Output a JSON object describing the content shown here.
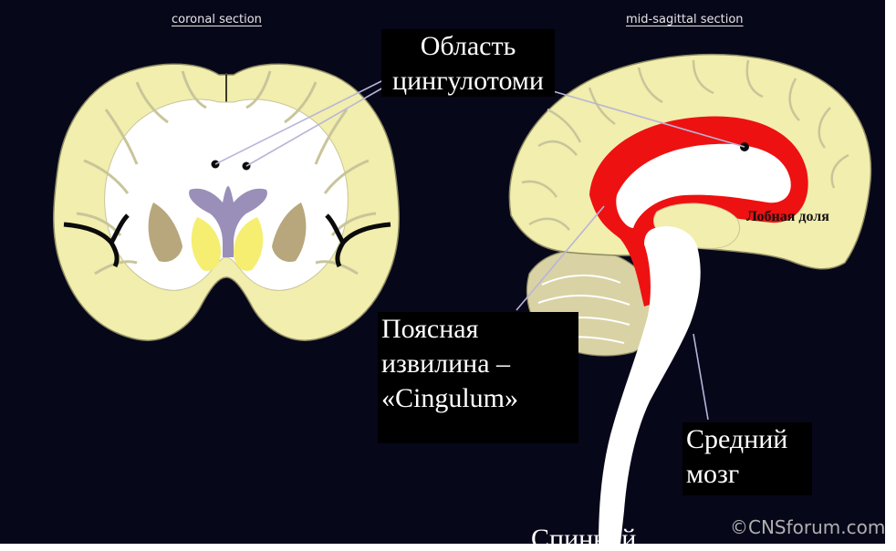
{
  "headers": {
    "coronal": "coronal section",
    "sagittal": "mid-sagittal section"
  },
  "labels": {
    "cingulotomy_line1": "Область",
    "cingulotomy_line2": "цингулотоми",
    "cingulate_line1": "Поясная",
    "cingulate_line2": "извилина –",
    "cingulate_line3": "«Cingulum»",
    "midbrain_line1": "Средний",
    "midbrain_line2": "мозг",
    "spinal": "Спинной",
    "frontal_lobe": "Лобная доля"
  },
  "copyright": "©CNSforum.com",
  "colors": {
    "background": "#07071a",
    "brain_tissue": "#f1eeae",
    "white_matter": "#ffffff",
    "cingulate": "#ee1111",
    "ventricles": "#9a8fb8",
    "basal_ganglia": "#b8a77c",
    "thalamus": "#f5ee70",
    "label_box": "#000000"
  }
}
